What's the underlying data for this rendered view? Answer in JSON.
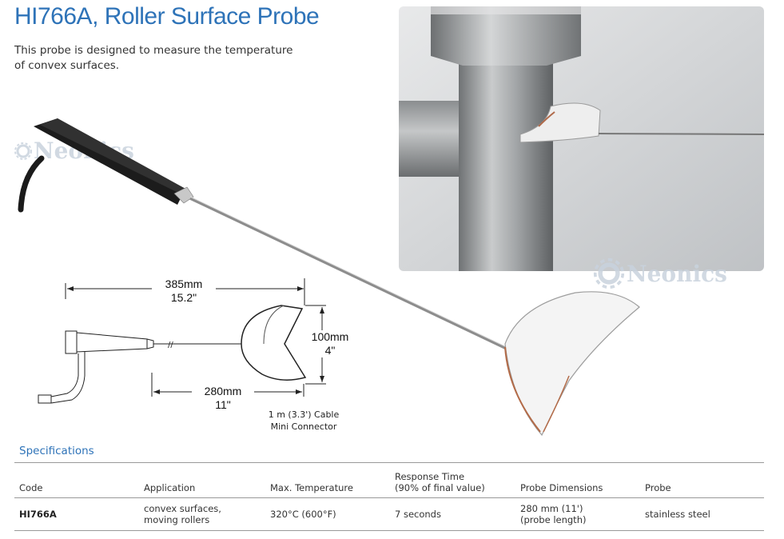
{
  "header": {
    "title": "HI766A, Roller Surface Probe",
    "description_lines": [
      "This probe is designed to measure the temperature",
      "of convex surfaces."
    ]
  },
  "watermark": {
    "text": "Neonics"
  },
  "diagram": {
    "overall_length": [
      "385mm",
      "15.2\""
    ],
    "probe_length": [
      "280mm",
      "11\""
    ],
    "head_width": [
      "100mm",
      "4\""
    ],
    "cable_label": [
      "1 m (3.3') Cable",
      "Mini Connector"
    ]
  },
  "specifications": {
    "heading": "Specifications",
    "columns": [
      [
        "Code"
      ],
      [
        "Application"
      ],
      [
        "Max. Temperature"
      ],
      [
        "Response Time",
        "(90% of final value)"
      ],
      [
        "Probe Dimensions"
      ],
      [
        "Probe"
      ]
    ],
    "rows": [
      [
        [
          "HI766A"
        ],
        [
          "convex surfaces,",
          "moving rollers"
        ],
        [
          "320°C (600°F)"
        ],
        [
          "7 seconds"
        ],
        [
          "280 mm (11')",
          "(probe length)"
        ],
        [
          "stainless steel"
        ]
      ]
    ]
  },
  "colors": {
    "accent": "#2e73b8",
    "watermark": "#c9d3de"
  }
}
